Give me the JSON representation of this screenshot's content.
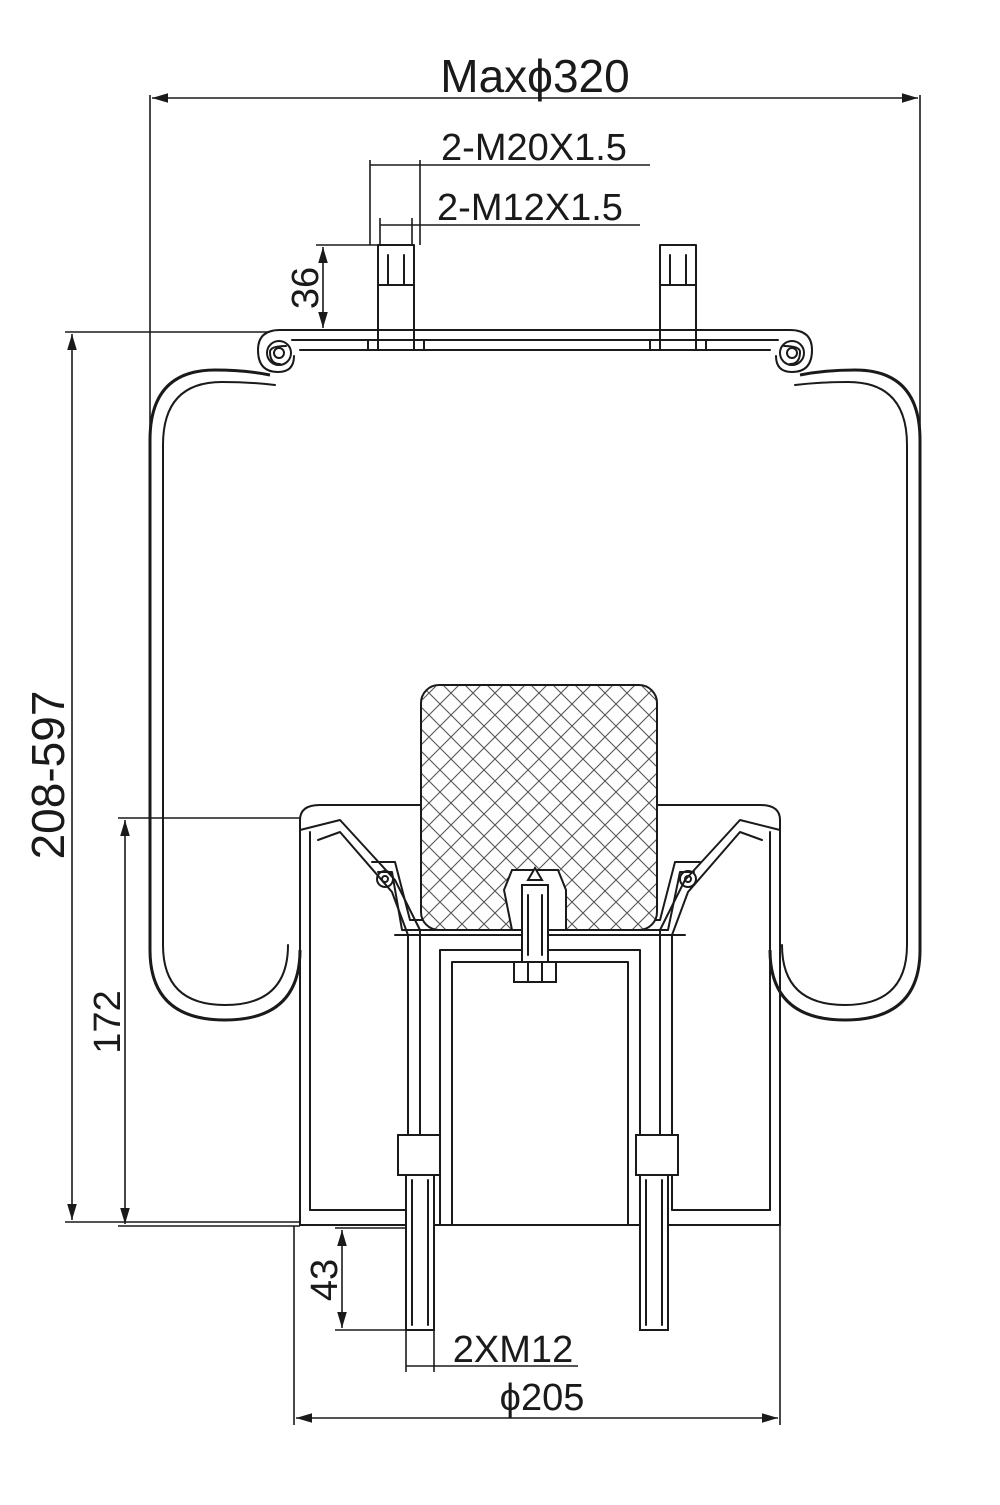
{
  "dimensions": {
    "max_diameter": "Maxϕ320",
    "top_thread_large": "2-M20X1.5",
    "top_thread_small": "2-M12X1.5",
    "stud_height": "36",
    "height_range": "208-597",
    "piston_height": "172",
    "bottom_stud_length": "43",
    "bottom_thread": "2XM12",
    "base_diameter": "ϕ205"
  }
}
